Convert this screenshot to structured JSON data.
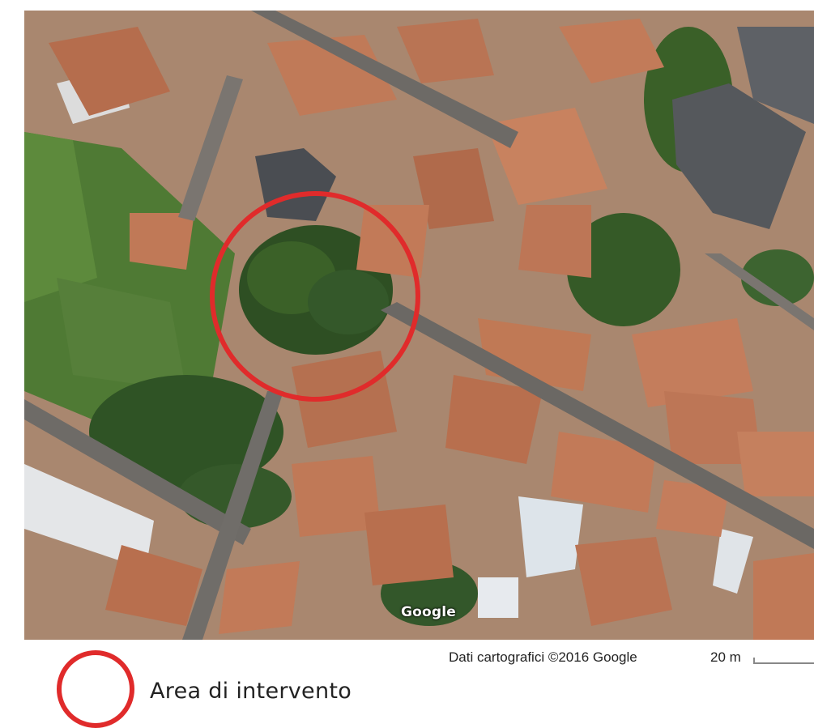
{
  "map": {
    "attribution_logo": "Google",
    "credits": "Dati cartografici ©2016 Google",
    "scale_label": "20 m",
    "highlight_color": "#e02b2b",
    "view": "satellite"
  },
  "legend": {
    "items": [
      {
        "symbol": "red-circle-outline",
        "color": "#e02b2b",
        "label": "Area di intervento"
      }
    ]
  }
}
